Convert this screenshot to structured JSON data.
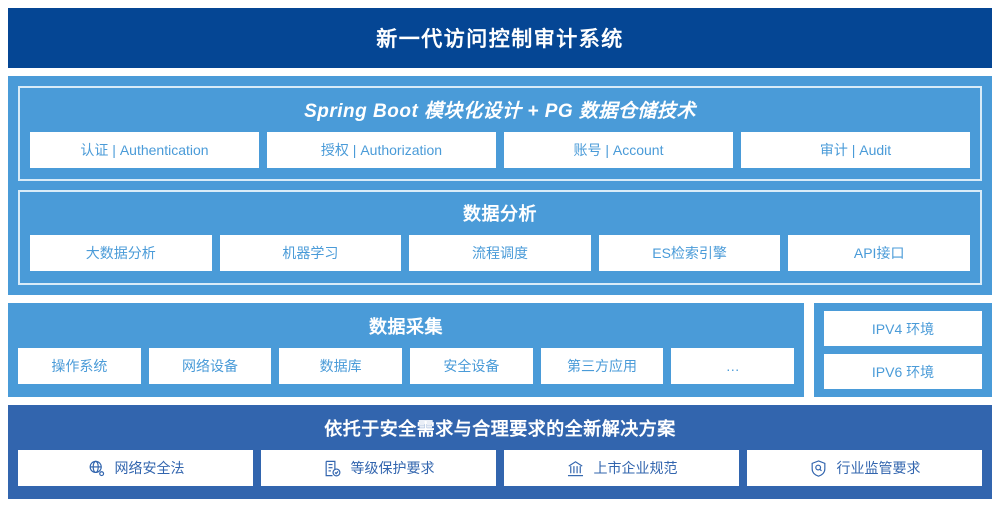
{
  "header": {
    "title": "新一代访问控制审计系统"
  },
  "platform": {
    "title": "Spring Boot 模块化设计 + PG 数据仓储技术",
    "items": [
      {
        "label": "认证 | Authentication"
      },
      {
        "label": "授权 | Authorization"
      },
      {
        "label": "账号 | Account"
      },
      {
        "label": "审计 | Audit"
      }
    ]
  },
  "analysis": {
    "title": "数据分析",
    "items": [
      {
        "label": "大数据分析"
      },
      {
        "label": "机器学习"
      },
      {
        "label": "流程调度"
      },
      {
        "label": "ES检索引擎"
      },
      {
        "label": "API接口"
      }
    ]
  },
  "collection": {
    "title": "数据采集",
    "items": [
      {
        "label": "操作系统"
      },
      {
        "label": "网络设备"
      },
      {
        "label": "数据库"
      },
      {
        "label": "安全设备"
      },
      {
        "label": "第三方应用"
      },
      {
        "label": "…"
      }
    ]
  },
  "environment": {
    "items": [
      {
        "label": "IPV4 环境"
      },
      {
        "label": "IPV6 环境"
      }
    ]
  },
  "solution": {
    "title": "依托于安全需求与合理要求的全新解决方案",
    "items": [
      {
        "label": "网络安全法",
        "icon": "globe-network-icon"
      },
      {
        "label": "等级保护要求",
        "icon": "document-check-icon"
      },
      {
        "label": "上市企业规范",
        "icon": "bank-building-icon"
      },
      {
        "label": "行业监管要求",
        "icon": "shield-search-icon"
      }
    ]
  },
  "colors": {
    "header_blue": "#054694",
    "panel_blue": "#4a9bd8",
    "solution_blue": "#3265ae",
    "chip_white": "#ffffff",
    "subpanel_border": "#d9ecf8"
  }
}
